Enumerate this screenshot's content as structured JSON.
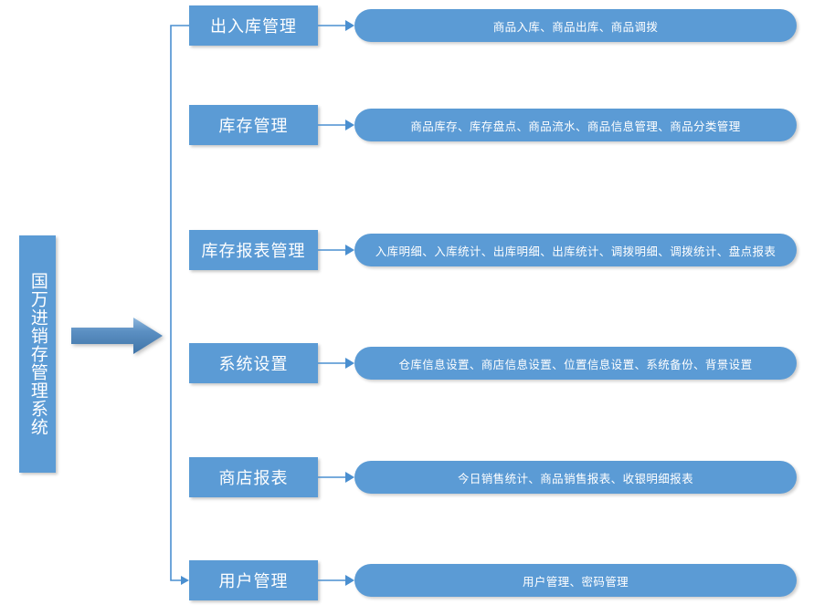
{
  "diagram": {
    "title": "国万进销存管理系统",
    "accent_color": "#5b9bd5",
    "line_color": "#4a8fd0",
    "text_color": "#ffffff",
    "background_color": "#ffffff",
    "main_arrow_name": "main-flow-arrow",
    "rows": [
      {
        "module": "出入库管理",
        "details": "商品入库、商品出库、商品调拨"
      },
      {
        "module": "库存管理",
        "details": "商品库存、库存盘点、商品流水、商品信息管理、商品分类管理"
      },
      {
        "module": "库存报表管理",
        "details": "入库明细、入库统计、出库明细、出库统计、调拨明细、调拨统计、盘点报表"
      },
      {
        "module": "系统设置",
        "details": "仓库信息设置、商店信息设置、位置信息设置、系统备份、背景设置"
      },
      {
        "module": "商店报表",
        "details": "今日销售统计、商品销售报表、收银明细报表"
      },
      {
        "module": "用户管理",
        "details": "用户管理、密码管理"
      }
    ]
  }
}
